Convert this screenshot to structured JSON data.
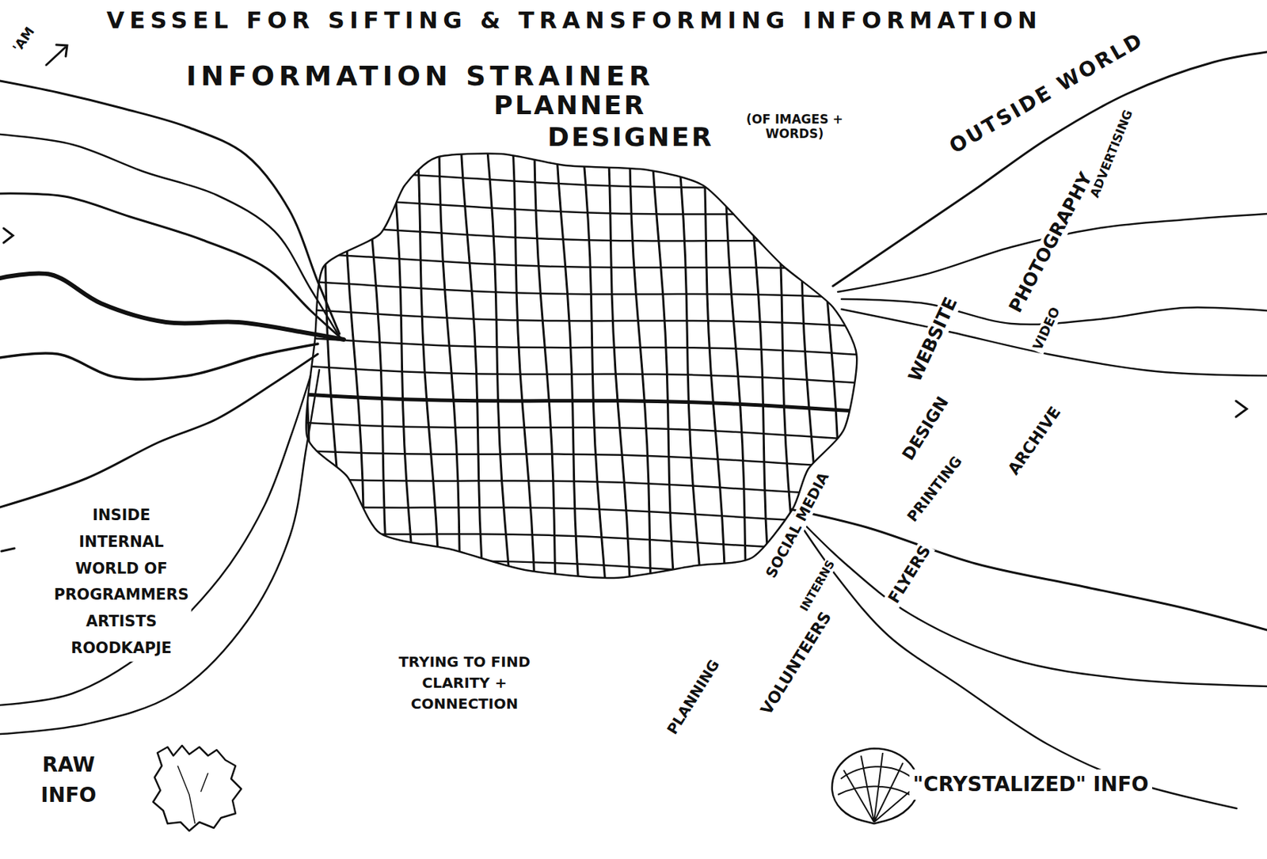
{
  "diagram": {
    "title": "VESSEL FOR SIFTING & TRANSFORMING INFORMATION",
    "labels": [
      "'AM",
      "INFORMATION STRAINER",
      "PLANNER",
      "DESIGNER",
      "(OF IMAGES + WORDS)",
      "OUTSIDE WORLD",
      "ADVERTISING",
      "PHOTOGRAPHY",
      "VIDEO",
      "WEBSITE",
      "DESIGN",
      "PRINTING",
      "ARCHIVE",
      "SOCIAL MEDIA",
      "INTERNS",
      "VOLUNTEERS",
      "FLYERS",
      "PLANNING",
      "INSIDE INTERNAL WORLD OF PROGRAMMERS ARTISTS ROODKAPJE",
      "TRYING TO FIND CLARITY + CONNECTION",
      "RAW INFO",
      "\"CRYSTALIZED\" INFO"
    ]
  }
}
